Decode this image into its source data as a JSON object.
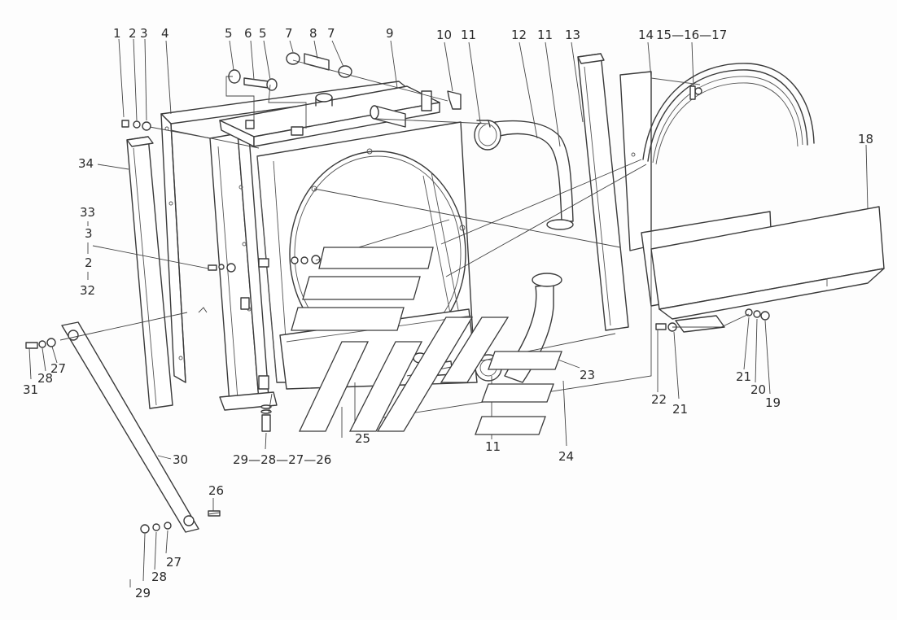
{
  "diagram": {
    "colors": {
      "line": "#3a3a3a",
      "background": "#fdfdfd"
    },
    "callouts": [
      {
        "id": "c-1",
        "text": "1"
      },
      {
        "id": "c-2",
        "text": "2"
      },
      {
        "id": "c-3a",
        "text": "3"
      },
      {
        "id": "c-4",
        "text": "4"
      },
      {
        "id": "c-5a",
        "text": "5"
      },
      {
        "id": "c-6",
        "text": "6"
      },
      {
        "id": "c-5b",
        "text": "5"
      },
      {
        "id": "c-7a",
        "text": "7"
      },
      {
        "id": "c-8",
        "text": "8"
      },
      {
        "id": "c-7b",
        "text": "7"
      },
      {
        "id": "c-9",
        "text": "9"
      },
      {
        "id": "c-10",
        "text": "10"
      },
      {
        "id": "c-11a",
        "text": "11"
      },
      {
        "id": "c-12",
        "text": "12"
      },
      {
        "id": "c-11b",
        "text": "11"
      },
      {
        "id": "c-13",
        "text": "13"
      },
      {
        "id": "c-14",
        "text": "14"
      },
      {
        "id": "c-15-17",
        "text": "15—16—17"
      },
      {
        "id": "c-18",
        "text": "18"
      },
      {
        "id": "c-34",
        "text": "34"
      },
      {
        "id": "c-33",
        "text": "33"
      },
      {
        "id": "c-3b",
        "text": "3"
      },
      {
        "id": "c-2b",
        "text": "2"
      },
      {
        "id": "c-32",
        "text": "32"
      },
      {
        "id": "c-31",
        "text": "31"
      },
      {
        "id": "c-28a",
        "text": "28"
      },
      {
        "id": "c-27a",
        "text": "27"
      },
      {
        "id": "c-30",
        "text": "30"
      },
      {
        "id": "c-29-26",
        "text": "29—28—27—26"
      },
      {
        "id": "c-25",
        "text": "25"
      },
      {
        "id": "c-11c",
        "text": "11"
      },
      {
        "id": "c-24",
        "text": "24"
      },
      {
        "id": "c-23",
        "text": "23"
      },
      {
        "id": "c-22",
        "text": "22"
      },
      {
        "id": "c-21a",
        "text": "21"
      },
      {
        "id": "c-21b",
        "text": "21"
      },
      {
        "id": "c-20",
        "text": "20"
      },
      {
        "id": "c-19",
        "text": "19"
      },
      {
        "id": "c-26b",
        "text": "26"
      },
      {
        "id": "c-27b",
        "text": "27"
      },
      {
        "id": "c-28b",
        "text": "28"
      },
      {
        "id": "c-29b",
        "text": "29"
      }
    ]
  }
}
